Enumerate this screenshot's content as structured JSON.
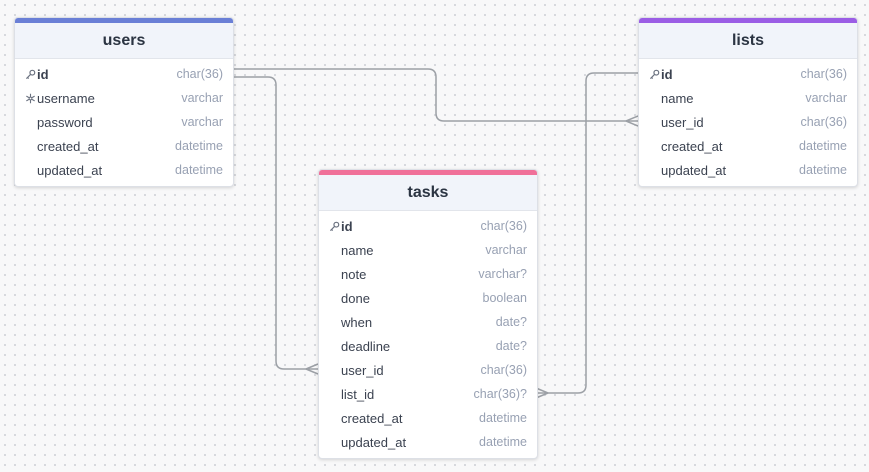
{
  "colors": {
    "users_accent": "#6a7fd6",
    "tasks_accent": "#f07099",
    "lists_accent": "#9b5de5",
    "connector": "#9ca0a6"
  },
  "tables": {
    "users": {
      "name": "users",
      "columns": [
        {
          "name": "id",
          "type": "char(36)",
          "icon": "key-icon",
          "pk": true
        },
        {
          "name": "username",
          "type": "varchar",
          "icon": "unique-snowflake-icon",
          "pk": false
        },
        {
          "name": "password",
          "type": "varchar",
          "icon": "",
          "pk": false
        },
        {
          "name": "created_at",
          "type": "datetime",
          "icon": "",
          "pk": false
        },
        {
          "name": "updated_at",
          "type": "datetime",
          "icon": "",
          "pk": false
        }
      ]
    },
    "lists": {
      "name": "lists",
      "columns": [
        {
          "name": "id",
          "type": "char(36)",
          "icon": "key-icon",
          "pk": true
        },
        {
          "name": "name",
          "type": "varchar",
          "icon": "",
          "pk": false
        },
        {
          "name": "user_id",
          "type": "char(36)",
          "icon": "",
          "pk": false
        },
        {
          "name": "created_at",
          "type": "datetime",
          "icon": "",
          "pk": false
        },
        {
          "name": "updated_at",
          "type": "datetime",
          "icon": "",
          "pk": false
        }
      ]
    },
    "tasks": {
      "name": "tasks",
      "columns": [
        {
          "name": "id",
          "type": "char(36)",
          "icon": "key-icon",
          "pk": true
        },
        {
          "name": "name",
          "type": "varchar",
          "icon": "",
          "pk": false
        },
        {
          "name": "note",
          "type": "varchar?",
          "icon": "",
          "pk": false
        },
        {
          "name": "done",
          "type": "boolean",
          "icon": "",
          "pk": false
        },
        {
          "name": "when",
          "type": "date?",
          "icon": "",
          "pk": false
        },
        {
          "name": "deadline",
          "type": "date?",
          "icon": "",
          "pk": false
        },
        {
          "name": "user_id",
          "type": "char(36)",
          "icon": "",
          "pk": false
        },
        {
          "name": "list_id",
          "type": "char(36)?",
          "icon": "",
          "pk": false
        },
        {
          "name": "created_at",
          "type": "datetime",
          "icon": "",
          "pk": false
        },
        {
          "name": "updated_at",
          "type": "datetime",
          "icon": "",
          "pk": false
        }
      ]
    }
  },
  "relations": [
    {
      "from": "users.id",
      "to": "lists.user_id",
      "cardinality": "one-to-many"
    },
    {
      "from": "users.id",
      "to": "tasks.user_id",
      "cardinality": "one-to-many"
    },
    {
      "from": "lists.id",
      "to": "tasks.list_id",
      "cardinality": "one-to-many"
    }
  ]
}
